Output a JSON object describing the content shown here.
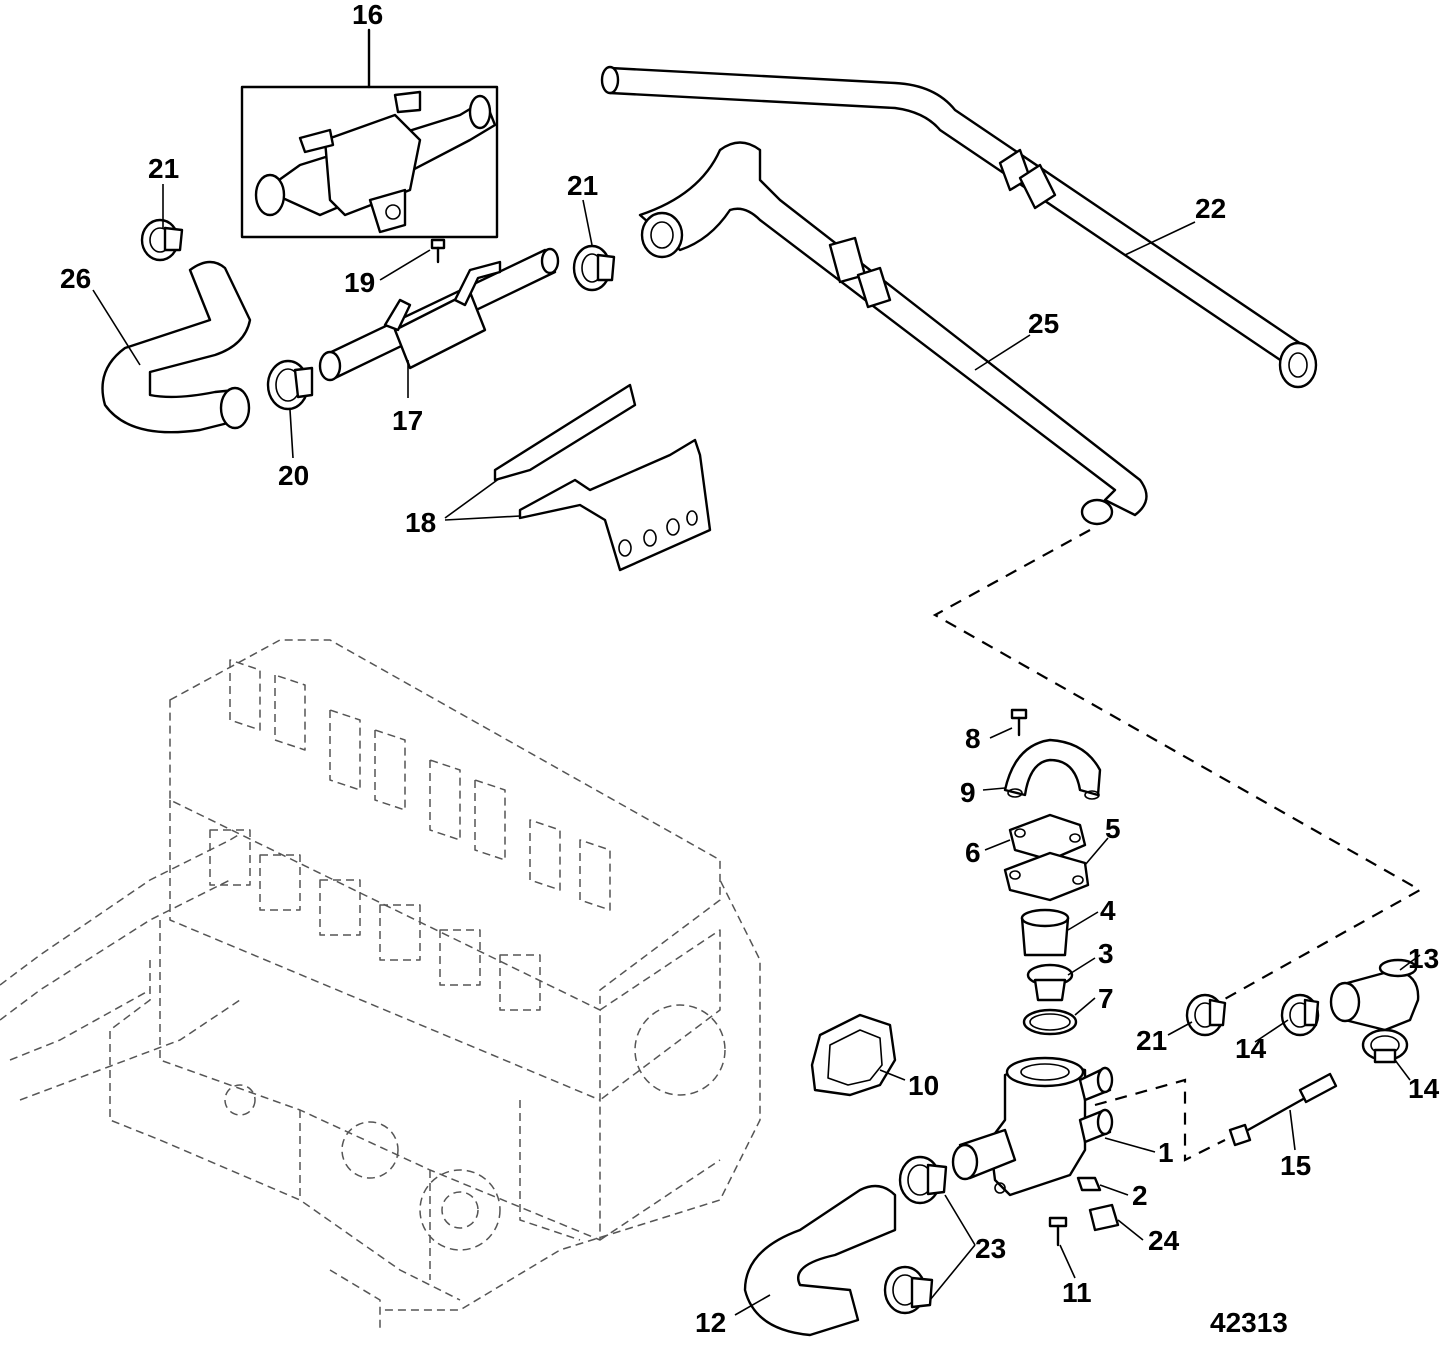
{
  "diagram": {
    "reference_number": "42313",
    "callouts": {
      "c1": "1",
      "c2": "2",
      "c3": "3",
      "c4": "4",
      "c5": "5",
      "c6": "6",
      "c7": "7",
      "c8": "8",
      "c9": "9",
      "c10": "10",
      "c11": "11",
      "c12": "12",
      "c13": "13",
      "c14a": "14",
      "c14b": "14",
      "c15": "15",
      "c16": "16",
      "c17": "17",
      "c18": "18",
      "c19": "19",
      "c20": "20",
      "c21a": "21",
      "c21b": "21",
      "c21c": "21",
      "c22": "22",
      "c23": "23",
      "c24": "24",
      "c25": "25",
      "c26": "26"
    }
  }
}
